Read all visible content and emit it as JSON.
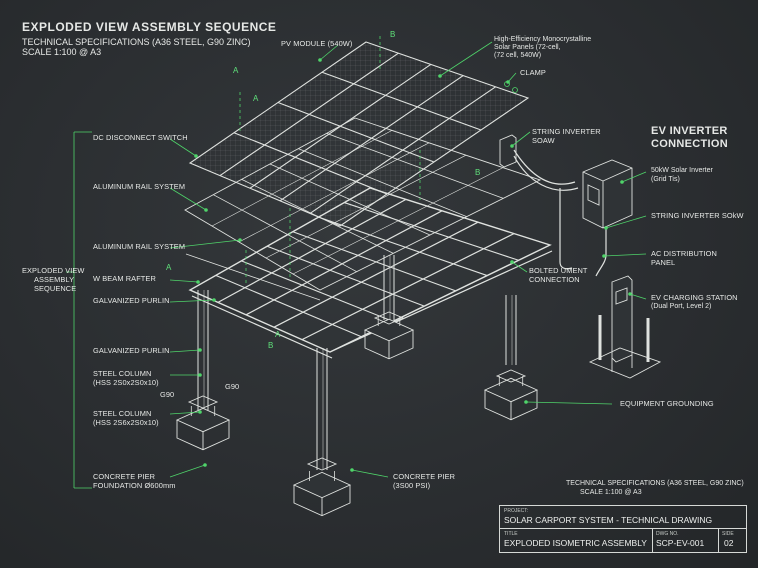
{
  "header": {
    "title": "EXPLODED VIEW ASSEMBLY SEQUENCE",
    "spec": "TECHNICAL SPECIFICATIONS (A36 STEEL, G90 ZINC)",
    "scale": "SCALE 1:100 @ A3"
  },
  "left_labels": {
    "dc_switch": "DC DISCONNECT SWITCH",
    "rail1": "ALUMINUM RAIL SYSTEM",
    "rail2": "ALUMINUM RAIL SYSTEM",
    "exploded_l1": "EXPLODED VIEW",
    "exploded_l2": "ASSEMBLY",
    "exploded_l3": "SEQUENCE",
    "wbeam": "W BEAM RAFTER",
    "purlin1": "GALVANIZED PURLIN",
    "purlin2": "GALVANIZED PURLIN",
    "col1_l1": "STEEL COLUMN",
    "col1_l2": "(HSS 2S0x2S0x10)",
    "col2_l1": "STEEL COLUMN",
    "col2_l2": "(HSS 2S6x2S0x10)",
    "pier1_l1": "CONCRETE PIER",
    "pier1_l2": "FOUNDATION Ø600mm"
  },
  "top_labels": {
    "pv_module": "PV MODULE (540W)",
    "panels_l1": "High-Efficiency Monocrystalline",
    "panels_l2": "Solar Panels (72-cell,",
    "panels_l3": "(72 cell, 540W)",
    "clamp": "CLAMP"
  },
  "right_labels": {
    "string_inv_l1": "STRING INVERTER",
    "string_inv_l2": "SOAW",
    "ev_l1": "EV INVERTER",
    "ev_l2": "CONNECTION",
    "solar_inv_l1": "50kW Solar Inverter",
    "solar_inv_l2": "(Grid Tis)",
    "string_inv2": "STRING INVERTER SOkW",
    "ac_l1": "AC DISTRIBUTION",
    "ac_l2": "PANEL",
    "bolted_l1": "BOLTED UMENT",
    "bolted_l2": "CONNECTION",
    "evcs_l1": "EV CHARGING STATION",
    "evcs_l2": "(Dual Port, Level 2)",
    "grounding": "EQUIPMENT GROUNDING",
    "pier2_l1": "CONCRETE PIER",
    "pier2_l2": "(3S00 PSI)",
    "g90a": "G90",
    "g90b": "G90"
  },
  "markers": {
    "a": "A",
    "b": "B"
  },
  "footer_spec": {
    "line1": "TECHNICAL SPECIFICATIONS (A36 STEEL, G90 ZINC)",
    "line2": "SCALE 1:100 @ A3"
  },
  "title_block": {
    "project_caption": "PROJECT:",
    "project": "SOLAR CARPORT SYSTEM - TECHNICAL DRAWING",
    "title_caption": "TITLE",
    "title": "EXPLODED ISOMETRIC ASSEMBLY",
    "dwg_caption": "DWG NO.",
    "dwg": "SCP-EV-001",
    "sheet_caption": "SIDE",
    "sheet": "02"
  },
  "colors": {
    "line": "#dfe2df",
    "accent": "#4fd46a",
    "bg": "#2b2e31"
  }
}
